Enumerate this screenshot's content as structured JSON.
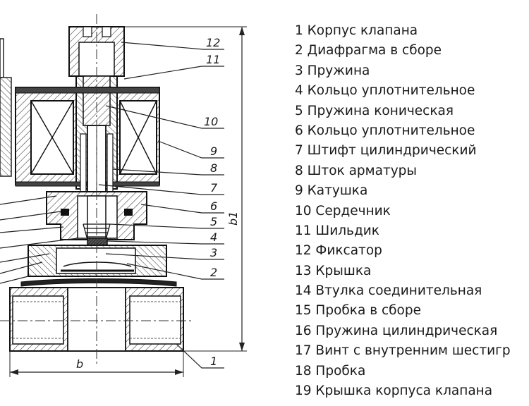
{
  "diagram": {
    "callouts": [
      "12",
      "11",
      "10",
      "9",
      "8",
      "7",
      "6",
      "5",
      "4",
      "3",
      "2",
      "1"
    ],
    "dimension_width": "b",
    "dimension_height": "b1"
  },
  "legend": [
    "1 Корпус клапана",
    "2 Диафрагма в сборе",
    "3 Пружина",
    "4 Кольцо уплотнительное",
    "5 Пружина коническая",
    "6 Кольцо уплотнительное",
    "7 Штифт цилиндрический",
    "8 Шток арматуры",
    "9 Катушка",
    "10 Сердечник",
    "11 Шильдик",
    "12 Фиксатор",
    "13 Крышка",
    "14 Втулка соединительная",
    "15 Пробка в сборе",
    "16 Пружина цилиндрическая",
    "17 Винт с внутренним шестигр",
    "18 Пробка",
    "19 Крышка корпуса клапана"
  ]
}
